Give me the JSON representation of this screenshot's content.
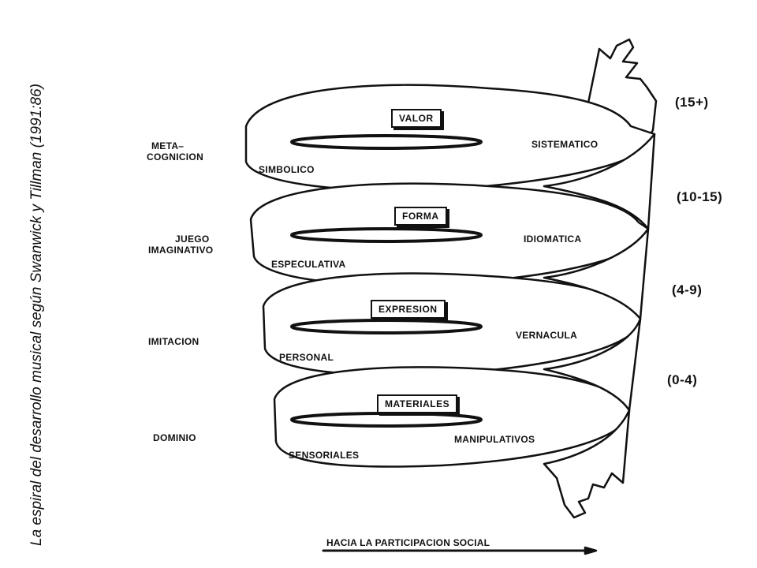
{
  "caption": "La espiral del desarrollo musical según Swanwick y Tillman (1991:86)",
  "left_labels": {
    "meta_line1": "META–",
    "meta_line2": "COGNICION",
    "juego_line1": "JUEGO",
    "juego_line2": "IMAGINATIVO",
    "imitacion": "IMITACION",
    "dominio": "DOMINIO"
  },
  "boxes": {
    "valor": "VALOR",
    "forma": "FORMA",
    "expresion": "EXPRESION",
    "materiales": "MATERIALES"
  },
  "band_labels": {
    "sistematico": "SISTEMATICO",
    "simbolico": "SIMBOLICO",
    "idiomatica": "IDIOMATICA",
    "especulativa": "ESPECULATIVA",
    "vernacula": "VERNACULA",
    "personal": "PERSONAL",
    "manipulativos": "MANIPULATIVOS",
    "sensoriales": "SENSORIALES"
  },
  "ages": {
    "a15": "(15+)",
    "a10": "(10-15)",
    "a4": "(4-9)",
    "a0": "(0-4)"
  },
  "bottom_label": "HACIA LA PARTICIPACION SOCIAL"
}
